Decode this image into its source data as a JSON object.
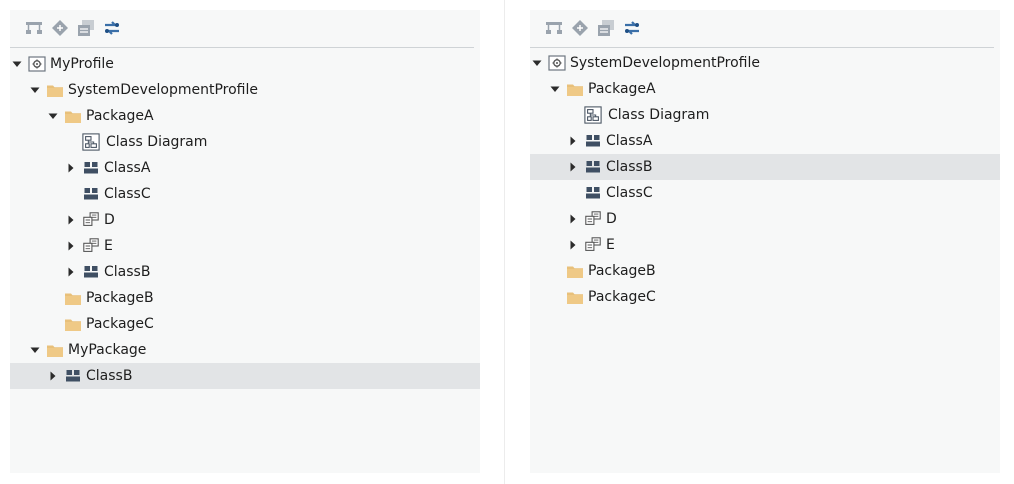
{
  "colors": {
    "panel_bg": "#f7f8f8",
    "selected_bg": "#e2e4e6",
    "folder": "#e8c07a",
    "class_icon": "#3f4f63",
    "toolbar_icon": "#9aa3ad",
    "toolbar_active": "#3a6fa8"
  },
  "toolbar_icons": [
    "hierarchy-icon",
    "diamond-icon",
    "stack-icon",
    "sync-arrows-icon"
  ],
  "left_tree": [
    {
      "label": "MyProfile",
      "icon": "profile-icon",
      "level": 0,
      "expander": "expanded"
    },
    {
      "label": "SystemDevelopmentProfile",
      "icon": "folder-icon",
      "level": 1,
      "expander": "expanded"
    },
    {
      "label": "PackageA",
      "icon": "folder-icon",
      "level": 2,
      "expander": "expanded"
    },
    {
      "label": "Class Diagram",
      "icon": "diagram-icon",
      "level": 3,
      "expander": "none"
    },
    {
      "label": "ClassA",
      "icon": "class-icon",
      "level": 3,
      "expander": "collapsed"
    },
    {
      "label": "ClassC",
      "icon": "class-icon",
      "level": 3,
      "expander": "none"
    },
    {
      "label": "D",
      "icon": "component-icon",
      "level": 3,
      "expander": "collapsed"
    },
    {
      "label": "E",
      "icon": "component-icon",
      "level": 3,
      "expander": "collapsed"
    },
    {
      "label": "ClassB",
      "icon": "class-icon",
      "level": 3,
      "expander": "collapsed"
    },
    {
      "label": "PackageB",
      "icon": "folder-icon",
      "level": 2,
      "expander": "none"
    },
    {
      "label": "PackageC",
      "icon": "folder-icon",
      "level": 2,
      "expander": "none"
    },
    {
      "label": "MyPackage",
      "icon": "folder-icon",
      "level": 1,
      "expander": "expanded"
    },
    {
      "label": "ClassB",
      "icon": "class-icon",
      "level": 2,
      "expander": "collapsed",
      "selected": true
    }
  ],
  "right_tree": [
    {
      "label": "SystemDevelopmentProfile",
      "icon": "profile-icon",
      "level": 0,
      "expander": "expanded"
    },
    {
      "label": "PackageA",
      "icon": "folder-icon",
      "level": 1,
      "expander": "expanded"
    },
    {
      "label": "Class Diagram",
      "icon": "diagram-icon",
      "level": 2,
      "expander": "none"
    },
    {
      "label": "ClassA",
      "icon": "class-icon",
      "level": 2,
      "expander": "collapsed"
    },
    {
      "label": "ClassB",
      "icon": "class-icon",
      "level": 2,
      "expander": "collapsed",
      "selected": true
    },
    {
      "label": "ClassC",
      "icon": "class-icon",
      "level": 2,
      "expander": "none"
    },
    {
      "label": "D",
      "icon": "component-icon",
      "level": 2,
      "expander": "collapsed"
    },
    {
      "label": "E",
      "icon": "component-icon",
      "level": 2,
      "expander": "collapsed"
    },
    {
      "label": "PackageB",
      "icon": "folder-icon",
      "level": 1,
      "expander": "none"
    },
    {
      "label": "PackageC",
      "icon": "folder-icon",
      "level": 1,
      "expander": "none"
    }
  ]
}
